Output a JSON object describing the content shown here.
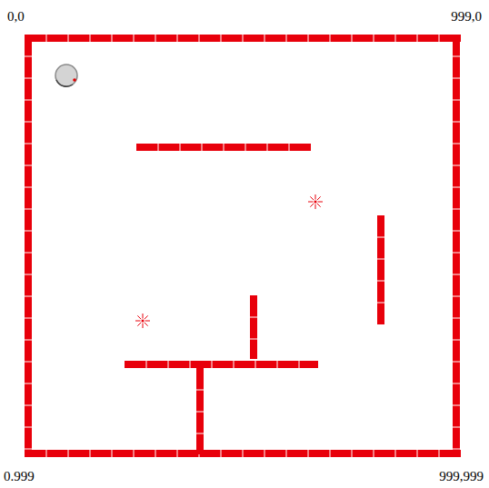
{
  "diagram": {
    "labels": [
      "0,0",
      "999,0",
      "0.999",
      "999,999"
    ]
  }
}
